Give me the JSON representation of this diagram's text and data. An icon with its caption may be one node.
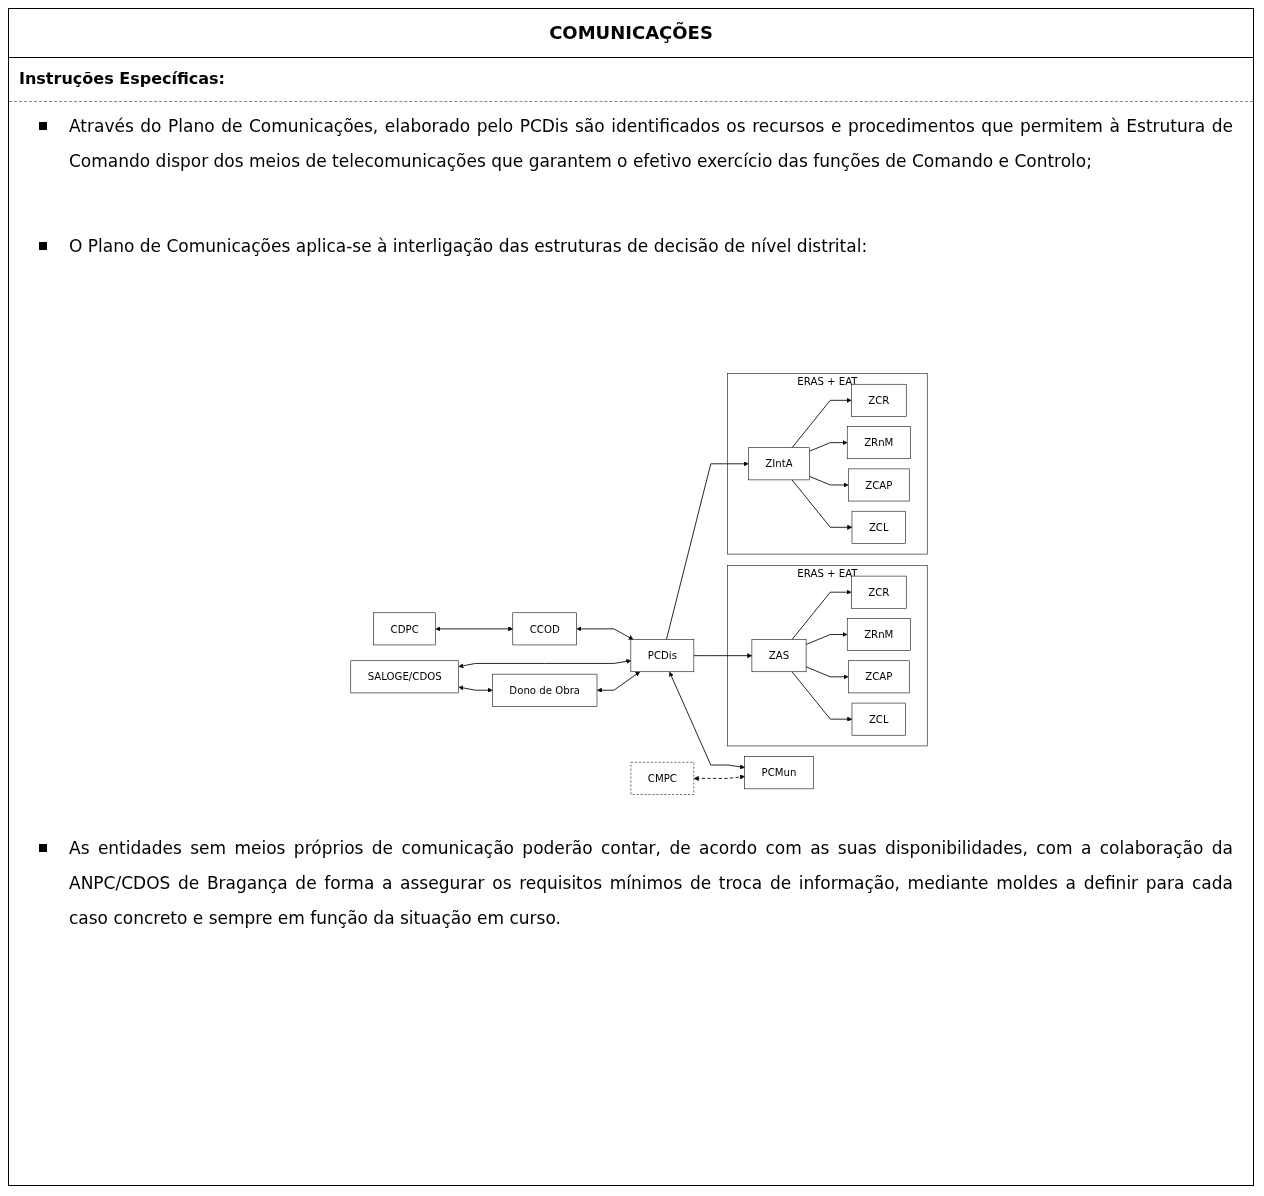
{
  "diagram": {
    "title": "COMUNICAÇÕES",
    "nodes": [
      {
        "text": [
          "SALOGE/CDOS"
        ]
      },
      {
        "text": [
          "CDPC"
        ]
      },
      {
        "text": [
          "CCOD"
        ]
      },
      {
        "text": [
          "Dono de Obra"
        ]
      },
      {
        "text": [
          "PCDis"
        ]
      },
      {
        "text": [
          "CMPC"
        ]
      },
      {
        "text": [
          "PCMun"
        ]
      },
      {
        "text": [
          "ERAS + EAT"
        ]
      },
      {
        "text": [
          "ZAS"
        ],
        "in": 7
      },
      {
        "text": [
          "ZCL"
        ],
        "in": 7
      },
      {
        "text": [
          "ZCAP"
        ],
        "in": 7
      },
      {
        "text": [
          "ZRnM"
        ],
        "in": 7
      },
      {
        "text": [
          "ZCR"
        ],
        "in": 7
      },
      {
        "text": [
          "ERAS + EAT"
        ]
      },
      {
        "text": [
          "ZIntA"
        ],
        "in": 13
      },
      {
        "text": [
          "ZCL"
        ],
        "in": 13
      },
      {
        "text": [
          "ZCAP"
        ],
        "in": 13
      },
      {
        "text": [
          "ZRnM"
        ],
        "in": 13
      },
      {
        "text": [
          "ZCR"
        ],
        "in": 13
      }
    ],
    "edges": [
      {
        "from": 0,
        "to": 3,
        "arrow": "both"
      },
      {
        "from": 0,
        "to": 4,
        "arrow": "both"
      },
      {
        "from": 1,
        "to": 2,
        "arrow": "both"
      },
      {
        "from": 2,
        "to": 4,
        "arrow": "both"
      },
      {
        "from": 3,
        "to": 4,
        "arrow": "both"
      },
      {
        "from": 4,
        "to": 6,
        "arrow": "both"
      },
      {
        "from": 5,
        "to": 6,
        "arrow": "both",
        "style": "dashed"
      },
      {
        "from": 4,
        "to": 8,
        "arrow": "to"
      },
      {
        "from": 4,
        "to": 14,
        "arrow": "to"
      },
      {
        "from": 8,
        "to": 9,
        "arrow": "to"
      },
      {
        "from": 8,
        "to": 10,
        "arrow": "to"
      },
      {
        "from": 8,
        "to": 11,
        "arrow": "to"
      },
      {
        "from": 8,
        "to": 12,
        "arrow": "to"
      },
      {
        "from": 14,
        "to": 15,
        "arrow": "to"
      },
      {
        "from": 14,
        "to": 16,
        "arrow": "to"
      },
      {
        "from": 14,
        "to": 17,
        "arrow": "to"
      },
      {
        "from": 14,
        "to": 18,
        "arrow": "to"
      }
    ],
    "labels": [
      "Instruções Específicas:",
      "Através do Plano de Comunicações, elaborado pelo PCDis são identificados os recursos e procedimentos que permitem à Estrutura de Comando dispor dos meios de telecomunicações que garantem o efetivo exercício das funções de Comando e Controlo;",
      "O Plano de Comunicações aplica-se à interligação das estruturas de decisão de nível distrital:",
      "As entidades sem meios próprios de comunicação poderão contar, de acordo com as suas disponibilidades, com a colaboração da ANPC/CDOS de Bragança de forma a assegurar os requisitos mínimos de troca de informação, mediante moldes a definir para cada caso concreto e sempre em função da situação em curso."
    ]
  }
}
